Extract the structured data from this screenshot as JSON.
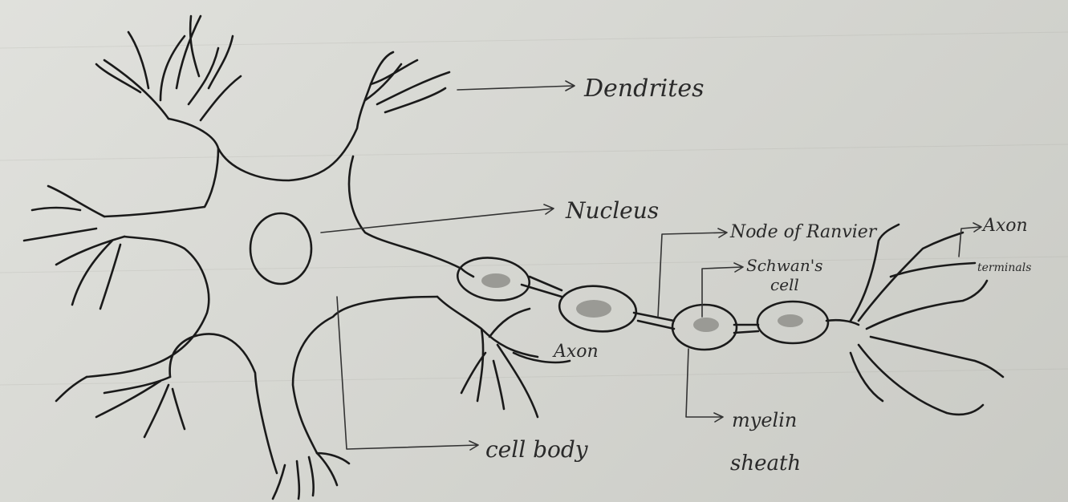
{
  "diagram": {
    "labels": {
      "dendrites": "Dendrites",
      "nucleus": "Nucleus",
      "node_of_ranvier": "Node of Ranvier",
      "schwann_cell_line1": "Schwan's",
      "schwann_cell_line2": "cell",
      "axon": "Axon",
      "axon_terminals_line1": "Axon",
      "axon_terminals_line2": "terminals",
      "cell_body": "cell body",
      "myelin_sheath_line1": "myelin",
      "myelin_sheath_line2": "sheath"
    }
  }
}
